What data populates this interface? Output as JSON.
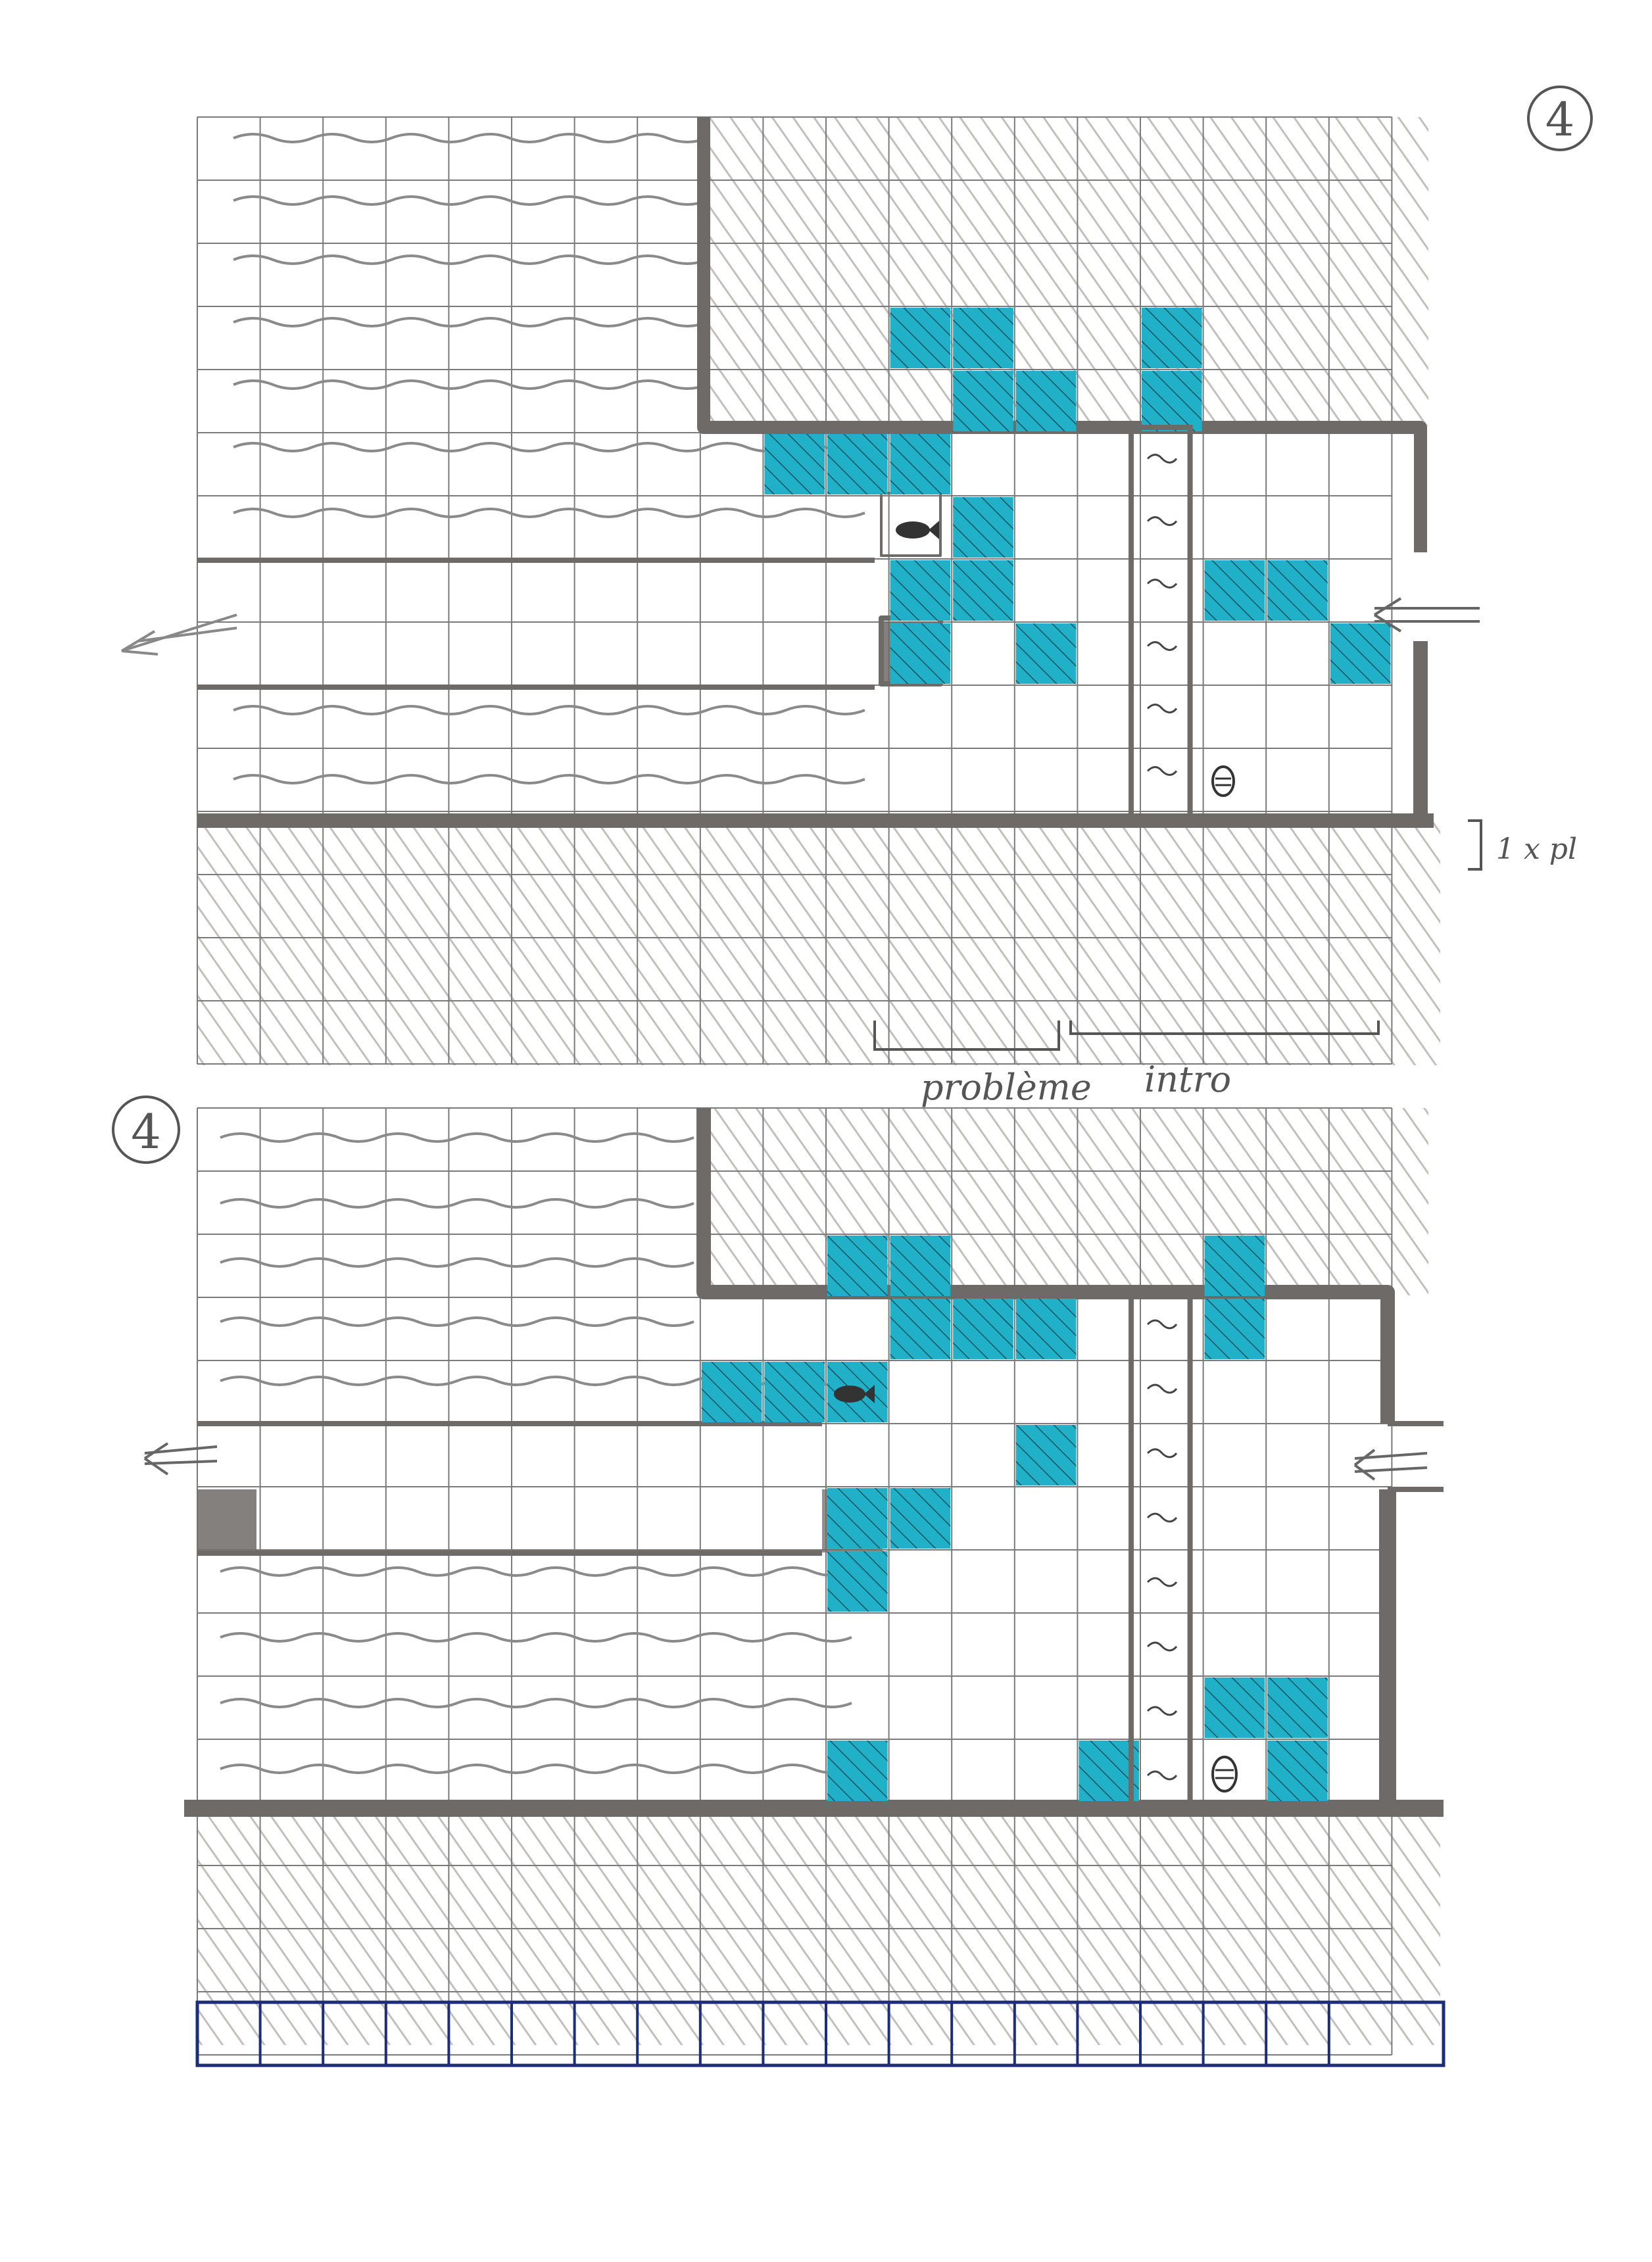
{
  "page_number_top": "4",
  "page_number_bottom": "4",
  "annotations": {
    "thickness_note": "1 x pl",
    "label_problem": "problème",
    "label_intro": "intro"
  },
  "colors": {
    "paper": "#ffffff",
    "grid": "#7a7a7a",
    "wall": "#6e6a67",
    "hatch": "#9a9692",
    "block": "#20b0c8",
    "block_hatch": "#0e3a46",
    "water": "#8a8a8a",
    "ruler": "#1e2d7a"
  },
  "icons": {
    "fish": "fish-icon",
    "egg": "egg-icon",
    "arrow_left": "arrow-left-icon",
    "arrow_in": "arrow-in-icon",
    "circle": "circle-icon"
  }
}
